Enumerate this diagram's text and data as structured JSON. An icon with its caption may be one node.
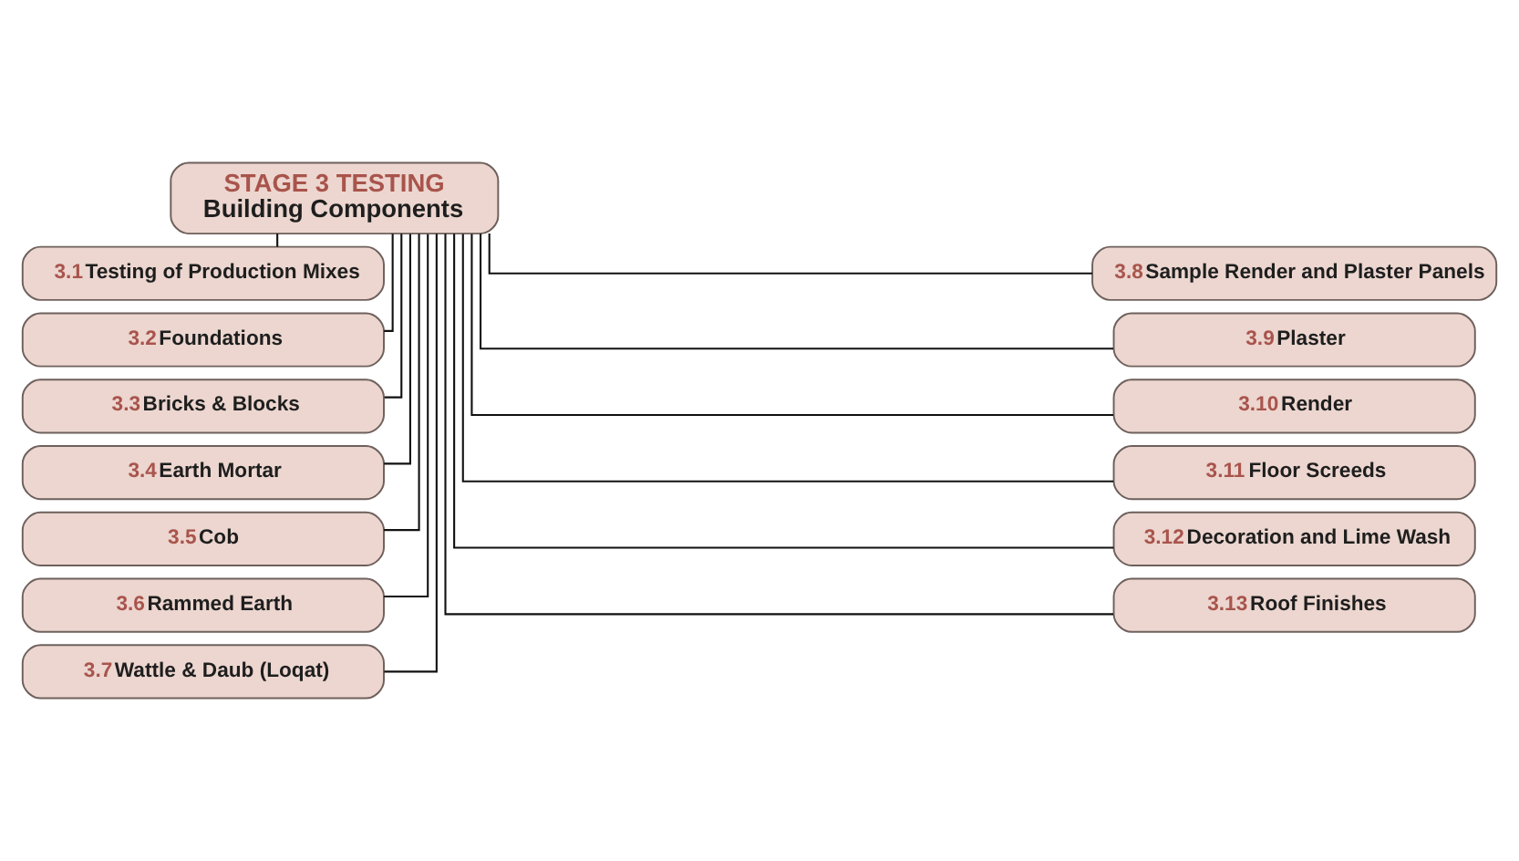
{
  "diagram": {
    "nodes": [
      {
        "text": [
          "STAGE 3 TESTING",
          "Building Components"
        ]
      },
      {
        "text": [
          "3.1",
          "Testing of Production Mixes"
        ]
      },
      {
        "text": [
          "3.2",
          "Foundations"
        ]
      },
      {
        "text": [
          "3.3",
          "Bricks & Blocks"
        ]
      },
      {
        "text": [
          "3.4",
          "Earth Mortar"
        ]
      },
      {
        "text": [
          "3.5",
          "Cob"
        ]
      },
      {
        "text": [
          "3.6",
          "Rammed Earth"
        ]
      },
      {
        "text": [
          "3.7",
          "Wattle & Daub (Loqat)"
        ]
      },
      {
        "text": [
          "3.8",
          "Sample Render and Plaster Panels"
        ]
      },
      {
        "text": [
          "3.9",
          "Plaster"
        ]
      },
      {
        "text": [
          "3.10",
          "Render"
        ]
      },
      {
        "text": [
          "3.11",
          "Floor Screeds"
        ]
      },
      {
        "text": [
          "3.12",
          "Decoration and Lime Wash"
        ]
      },
      {
        "text": [
          "3.13",
          "Roof Finishes"
        ]
      }
    ],
    "edges": [
      {
        "from": 0,
        "to": 1,
        "arrow": "none"
      },
      {
        "from": 0,
        "to": 2,
        "arrow": "none"
      },
      {
        "from": 0,
        "to": 3,
        "arrow": "none"
      },
      {
        "from": 0,
        "to": 4,
        "arrow": "none"
      },
      {
        "from": 0,
        "to": 5,
        "arrow": "none"
      },
      {
        "from": 0,
        "to": 6,
        "arrow": "none"
      },
      {
        "from": 0,
        "to": 7,
        "arrow": "none"
      },
      {
        "from": 0,
        "to": 8,
        "arrow": "none"
      },
      {
        "from": 0,
        "to": 9,
        "arrow": "none"
      },
      {
        "from": 0,
        "to": 10,
        "arrow": "none"
      },
      {
        "from": 0,
        "to": 11,
        "arrow": "none"
      },
      {
        "from": 0,
        "to": 12,
        "arrow": "none"
      },
      {
        "from": 0,
        "to": 13,
        "arrow": "none"
      }
    ]
  }
}
